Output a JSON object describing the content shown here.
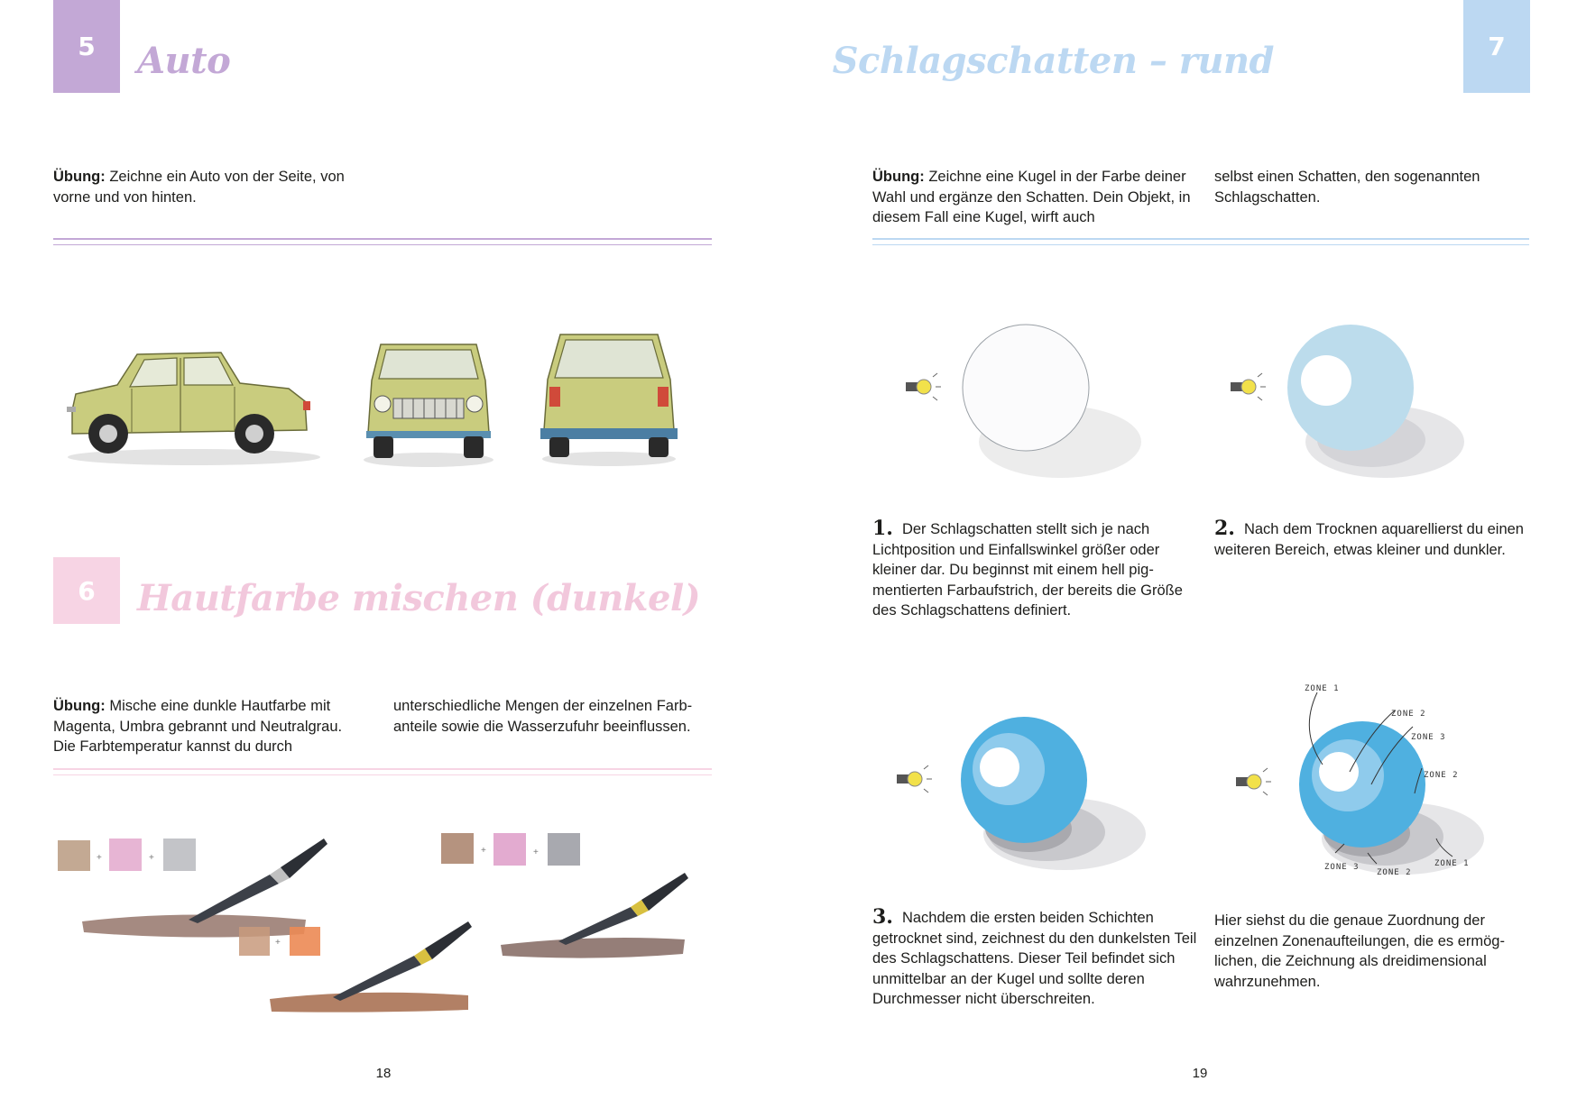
{
  "colors": {
    "purple": "#c3a8d6",
    "pink": "#f7d4e4",
    "blue": "#bcd8f2",
    "car_body": "#c9cc7e",
    "sphere_blue": "#4fb0e0"
  },
  "left_page": {
    "section5": {
      "number": "5",
      "title": "Auto",
      "exercise_label": "Übung:",
      "exercise_text": " Zeichne ein Auto von der Seite, von vorne und von hinten."
    },
    "section6": {
      "number": "6",
      "title": "Hautfarbe mischen (dunkel)",
      "exercise_label": "Übung:",
      "exercise_col1": " Mische eine dunkle Hautfarbe mit Magenta, Umbra gebrannt und Neutral­grau. Die Farbtemperatur kannst du durch",
      "exercise_col2": "unterschiedliche Mengen der einzelnen Farb­anteile sowie die Wasserzufuhr beeinflussen."
    },
    "page_number": "18"
  },
  "right_page": {
    "section7": {
      "number": "7",
      "title": "Schlagschatten – rund",
      "exercise_label": "Übung:",
      "exercise_col1": " Zeichne eine Kugel in der Farbe deiner Wahl und ergänze den Schatten. Dein Objekt, in diesem Fall eine Kugel, wirft auch",
      "exercise_col2": "selbst einen Schatten, den sogenannten Schlagschatten."
    },
    "steps": [
      {
        "num": "1.",
        "text": "Der Schlagschatten stellt sich je nach Lichtposition und Einfallswinkel größer oder kleiner dar. Du beginnst mit einem hell pig­mentierten Farbaufstrich, der bereits die Größe des Schlagschattens definiert."
      },
      {
        "num": "2.",
        "text": "Nach dem Trocknen aquarellierst du einen weiteren Bereich, etwas kleiner und dunkler."
      },
      {
        "num": "3.",
        "text": "Nachdem die ersten beiden Schichten getrocknet sind, zeichnest du den dunkelsten Teil des Schlagschattens. Dieser Teil befindet sich unmittelbar an der Kugel und sollte deren Durchmesser nicht überschreiten."
      },
      {
        "num": "",
        "text": "Hier siehst du die genaue Zuordnung der einzelnen Zonenaufteilungen, die es ermög­lichen, die Zeichnung als dreidimensional wahrzunehmen."
      }
    ],
    "zones": [
      "ZONE 1",
      "ZONE 2",
      "ZONE 3",
      "ZONE 2",
      "ZONE 3",
      "ZONE 2",
      "ZONE 1"
    ],
    "page_number": "19"
  }
}
